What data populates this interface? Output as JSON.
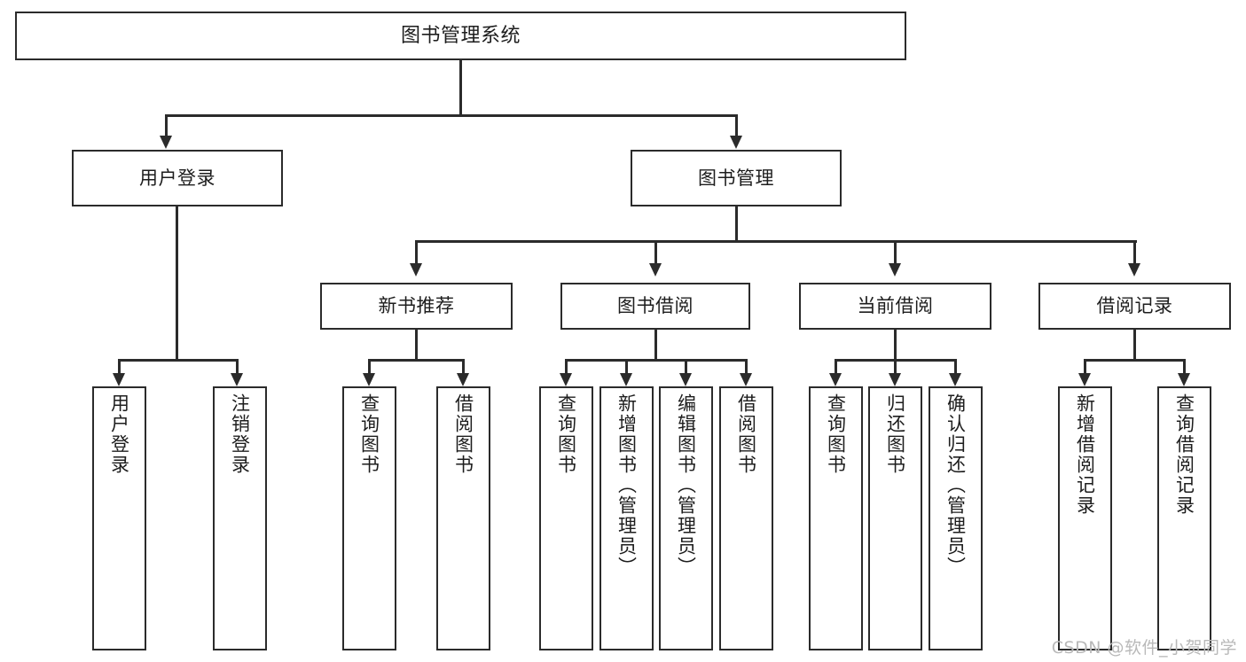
{
  "diagram": {
    "title": "图书管理系统",
    "type": "tree-hierarchy",
    "root": {
      "id": "root",
      "label": "图书管理系统"
    },
    "level2": [
      {
        "id": "user-login",
        "label": "用户登录"
      },
      {
        "id": "book-management",
        "label": "图书管理"
      }
    ],
    "level3": [
      {
        "id": "new-book-recommend",
        "label": "新书推荐"
      },
      {
        "id": "book-borrow",
        "label": "图书借阅"
      },
      {
        "id": "current-borrow",
        "label": "当前借阅"
      },
      {
        "id": "borrow-record",
        "label": "借阅记录"
      }
    ],
    "leaves": {
      "user_login": [
        {
          "id": "leaf-user-login",
          "label": "用户登录"
        },
        {
          "id": "leaf-logout-login",
          "label": "注销登录"
        }
      ],
      "new_book_recommend": [
        {
          "id": "leaf-query-book-1",
          "label": "查询图书"
        },
        {
          "id": "leaf-borrow-book-1",
          "label": "借阅图书"
        }
      ],
      "book_borrow": [
        {
          "id": "leaf-query-book-2",
          "label": "查询图书"
        },
        {
          "id": "leaf-add-book",
          "label": "新增图书（管理员）"
        },
        {
          "id": "leaf-edit-book",
          "label": "编辑图书（管理员）"
        },
        {
          "id": "leaf-borrow-book-2",
          "label": "借阅图书"
        }
      ],
      "current_borrow": [
        {
          "id": "leaf-query-book-3",
          "label": "查询图书"
        },
        {
          "id": "leaf-return-book",
          "label": "归还图书"
        },
        {
          "id": "leaf-confirm-return",
          "label": "确认归还（管理员）"
        }
      ],
      "borrow_record": [
        {
          "id": "leaf-add-record",
          "label": "新增借阅记录"
        },
        {
          "id": "leaf-query-record",
          "label": "查询借阅记录"
        }
      ]
    }
  },
  "watermark": {
    "text": "CSDN @软件_小贺同学"
  },
  "colors": {
    "stroke": "#2b2b2b",
    "text": "#1d1d1d",
    "background": "#ffffff",
    "watermark": "#b9b9b9"
  }
}
